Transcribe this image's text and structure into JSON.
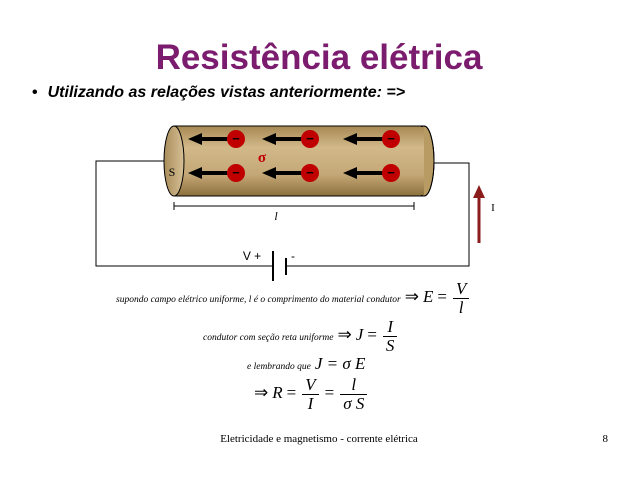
{
  "title": "Resistência elétrica",
  "bullet": "Utilizando as relações vistas anteriormente: =>",
  "diagram": {
    "area_label": "S",
    "sigma_label": "σ",
    "length_label": "l",
    "current_label": "I",
    "voltage_plus_label": "V +",
    "voltage_minus_label": "-",
    "charge_sign": "−",
    "colors": {
      "conductor": "#b89a63",
      "charge": "#c00000",
      "current_arrow": "#8b1c1c",
      "sigma": "#c00000",
      "title": "#7b1c6e"
    }
  },
  "equations": {
    "eq1_text": "supondo campo elétrico uniforme, l é o comprimento do material condutor",
    "eq1_arrow": "⇒",
    "eq1_lhs": "E",
    "eq1_eq": "=",
    "eq1_num": "V",
    "eq1_den": "l",
    "eq2_text": "condutor com seção reta uniforme",
    "eq2_arrow": "⇒",
    "eq2_lhs": "J",
    "eq2_eq": "=",
    "eq2_num": "I",
    "eq2_den": "S",
    "eq3_text": "e lembrando que",
    "eq3_formula": "J = σ E",
    "eq4_arrow": "⇒",
    "eq4_lhs": "R",
    "eq4_eq1": "=",
    "eq4_num1": "V",
    "eq4_den1": "I",
    "eq4_eq2": "=",
    "eq4_num2": "l",
    "eq4_den2": "σ S"
  },
  "footer": "Eletricidade e magnetismo - corrente elétrica",
  "page_number": "8"
}
